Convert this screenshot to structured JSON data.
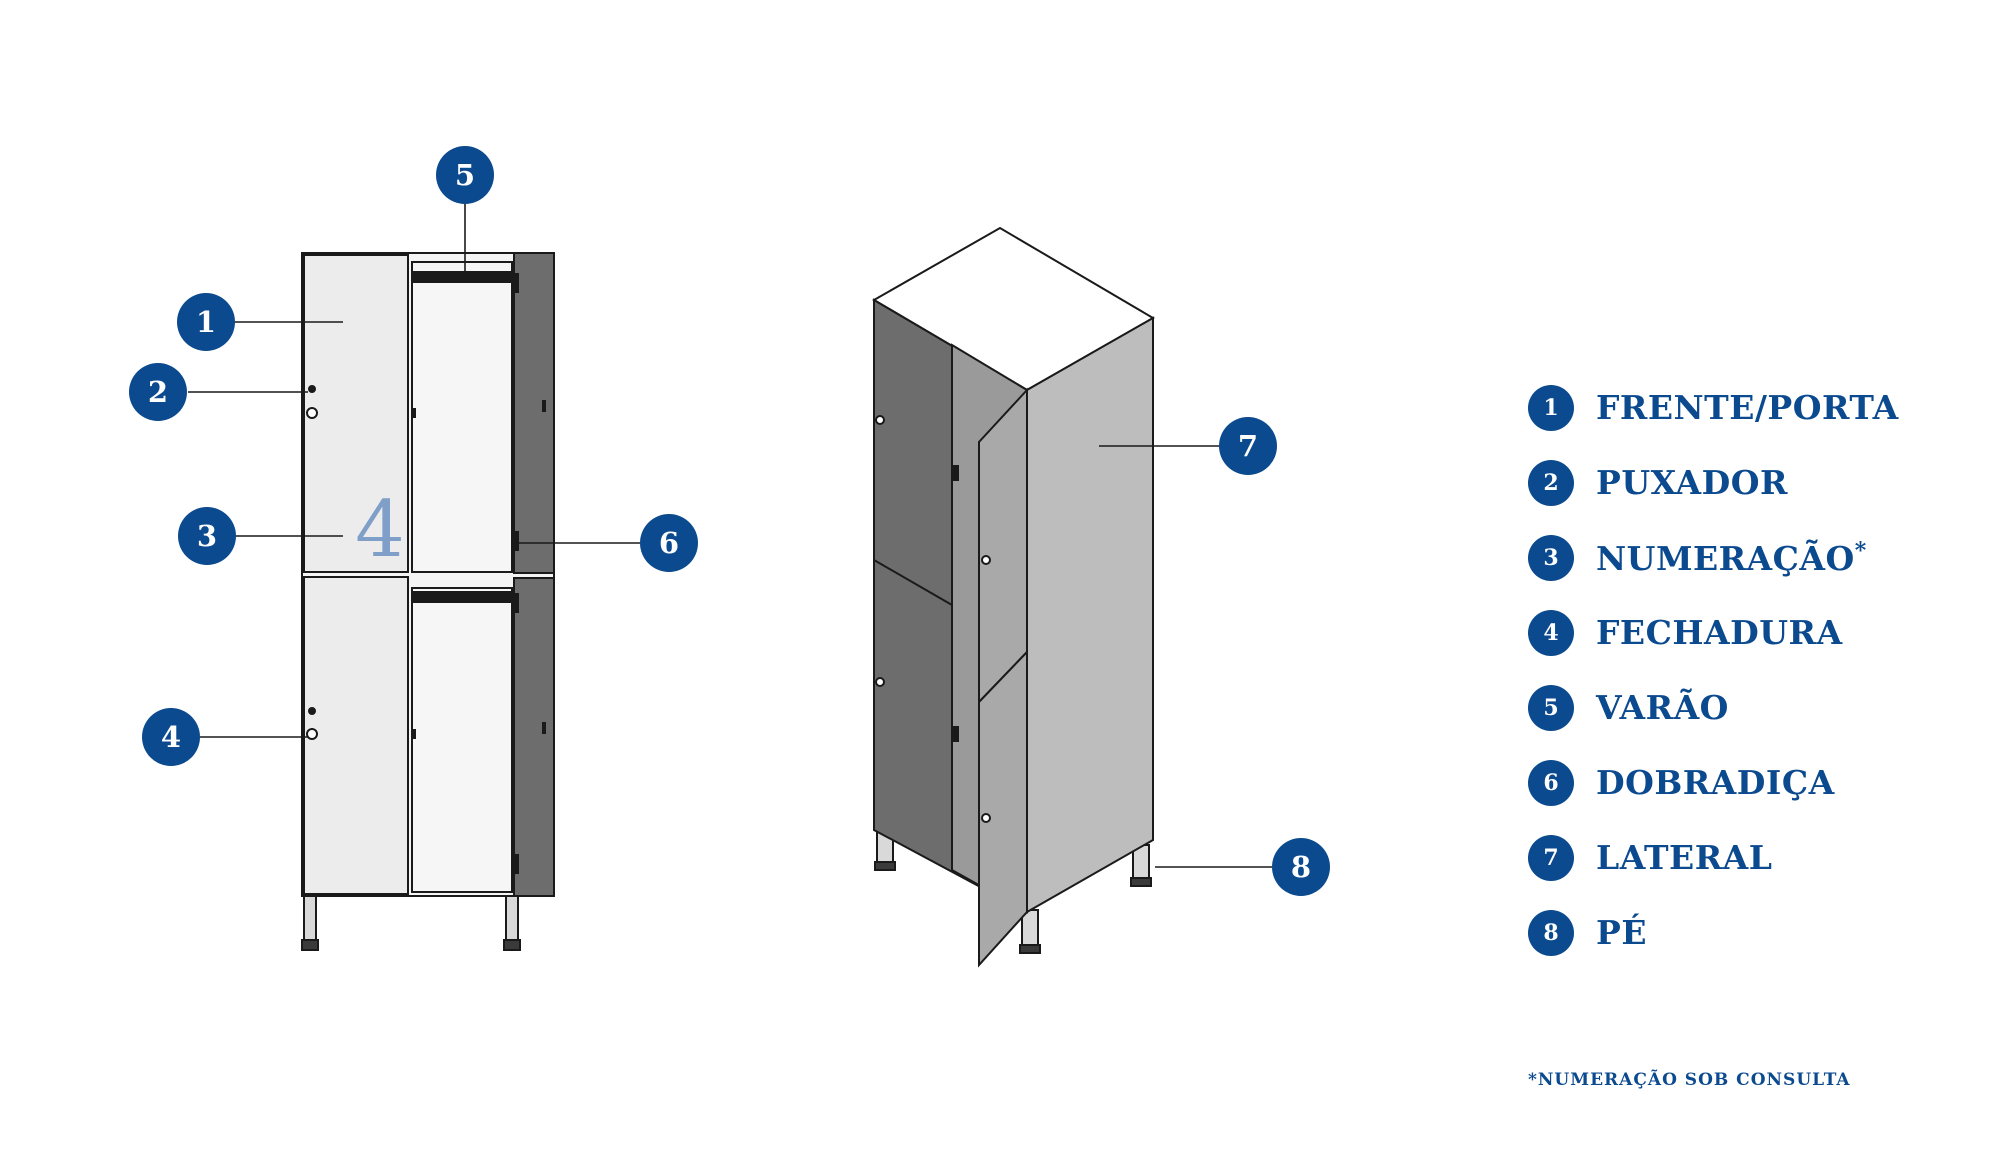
{
  "locker_front": {
    "door_number": "4"
  },
  "callouts": {
    "c1": "1",
    "c2": "2",
    "c3": "3",
    "c4": "4",
    "c5": "5",
    "c6": "6",
    "c7": "7",
    "c8": "8"
  },
  "legend": {
    "items": [
      {
        "num": "1",
        "label": "FRENTE/PORTA",
        "asterisk": ""
      },
      {
        "num": "2",
        "label": "PUXADOR",
        "asterisk": ""
      },
      {
        "num": "3",
        "label": "NUMERAÇÃO",
        "asterisk": "*"
      },
      {
        "num": "4",
        "label": "FECHADURA",
        "asterisk": ""
      },
      {
        "num": "5",
        "label": "VARÃO",
        "asterisk": ""
      },
      {
        "num": "6",
        "label": "DOBRADIÇA",
        "asterisk": ""
      },
      {
        "num": "7",
        "label": "LATERAL",
        "asterisk": ""
      },
      {
        "num": "8",
        "label": "PÉ",
        "asterisk": ""
      }
    ]
  },
  "footnote": "*NUMERAÇÃO SOB CONSULTA",
  "colors": {
    "accent": "#0b4a8f",
    "door_light": "#ececec",
    "side_dark": "#6d6d6d",
    "side_light": "#bdbdbd",
    "number_tint": "#7f9fc8"
  }
}
